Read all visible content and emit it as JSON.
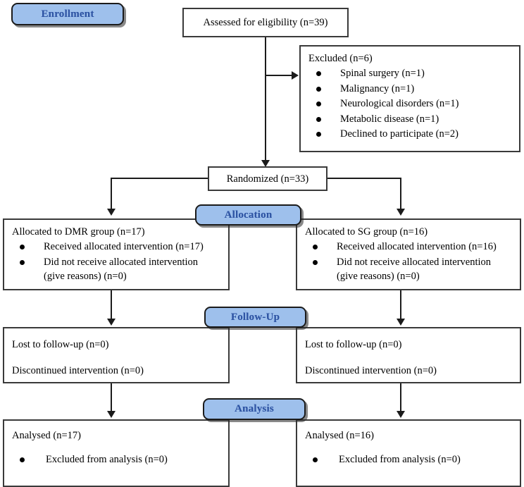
{
  "diagram": {
    "title": "CONSORT participant flow diagram",
    "colors": {
      "badge_fill": "#9ec0ec",
      "badge_text": "#2f55a4",
      "box_border": "#3a3a3a",
      "line": "#1b1b1b",
      "background": "#ffffff"
    }
  },
  "stages": {
    "enrollment": "Enrollment",
    "allocation": "Allocation",
    "followup": "Follow-Up",
    "analysis": "Analysis"
  },
  "boxes": {
    "assessed": {
      "text": "Assessed for eligibility (n=39)"
    },
    "excluded": {
      "heading": "Excluded  (n=6)",
      "items": [
        "Spinal surgery (n=1)",
        "Malignancy (n=1)",
        "Neurological disorders (n=1)",
        "Metabolic disease (n=1)",
        "Declined to participate (n=2)"
      ]
    },
    "randomized": {
      "text": "Randomized (n=33)"
    },
    "alloc_left": {
      "heading": "Allocated to DMR group (n=17)",
      "item1": "Received allocated intervention (n=17)",
      "item2_line1": "Did not receive allocated intervention",
      "item2_line2": "(give reasons) (n=0)"
    },
    "alloc_right": {
      "heading": "Allocated to SG group (n=16)",
      "item1": "Received allocated intervention (n=16)",
      "item2_line1": "Did not receive allocated intervention",
      "item2_line2": "(give reasons) (n=0)"
    },
    "follow_left": {
      "line1": "Lost to follow-up (n=0)",
      "line2": "Discontinued intervention (n=0)"
    },
    "follow_right": {
      "line1": "Lost to follow-up (n=0)",
      "line2": "Discontinued intervention (n=0)"
    },
    "analysis_left": {
      "heading": "Analysed  (n=17)",
      "item1": "Excluded from analysis (n=0)"
    },
    "analysis_right": {
      "heading": "Analysed  (n=16)",
      "item1": "Excluded from analysis (n=0)"
    }
  },
  "chart_data": {
    "type": "diagram",
    "title": "CONSORT flow diagram",
    "nodes": [
      {
        "id": "assessed",
        "stage": "Enrollment",
        "label": "Assessed for eligibility",
        "n": 39
      },
      {
        "id": "excluded",
        "stage": "Enrollment",
        "label": "Excluded",
        "n": 6,
        "reasons": [
          {
            "label": "Spinal surgery",
            "n": 1
          },
          {
            "label": "Malignancy",
            "n": 1
          },
          {
            "label": "Neurological disorders",
            "n": 1
          },
          {
            "label": "Metabolic disease",
            "n": 1
          },
          {
            "label": "Declined to participate",
            "n": 2
          }
        ]
      },
      {
        "id": "randomized",
        "stage": "Enrollment",
        "label": "Randomized",
        "n": 33
      },
      {
        "id": "alloc_dmr",
        "stage": "Allocation",
        "label": "Allocated to DMR group",
        "n": 17,
        "received": 17,
        "not_received": 0
      },
      {
        "id": "alloc_sg",
        "stage": "Allocation",
        "label": "Allocated to SG group",
        "n": 16,
        "received": 16,
        "not_received": 0
      },
      {
        "id": "follow_dmr",
        "stage": "Follow-Up",
        "lost": 0,
        "discontinued": 0
      },
      {
        "id": "follow_sg",
        "stage": "Follow-Up",
        "lost": 0,
        "discontinued": 0
      },
      {
        "id": "analysis_dmr",
        "stage": "Analysis",
        "label": "Analysed",
        "n": 17,
        "excluded": 0
      },
      {
        "id": "analysis_sg",
        "stage": "Analysis",
        "label": "Analysed",
        "n": 16,
        "excluded": 0
      }
    ],
    "edges": [
      {
        "from": "assessed",
        "to": "excluded"
      },
      {
        "from": "assessed",
        "to": "randomized"
      },
      {
        "from": "randomized",
        "to": "alloc_dmr"
      },
      {
        "from": "randomized",
        "to": "alloc_sg"
      },
      {
        "from": "alloc_dmr",
        "to": "follow_dmr"
      },
      {
        "from": "alloc_sg",
        "to": "follow_sg"
      },
      {
        "from": "follow_dmr",
        "to": "analysis_dmr"
      },
      {
        "from": "follow_sg",
        "to": "analysis_sg"
      }
    ]
  }
}
